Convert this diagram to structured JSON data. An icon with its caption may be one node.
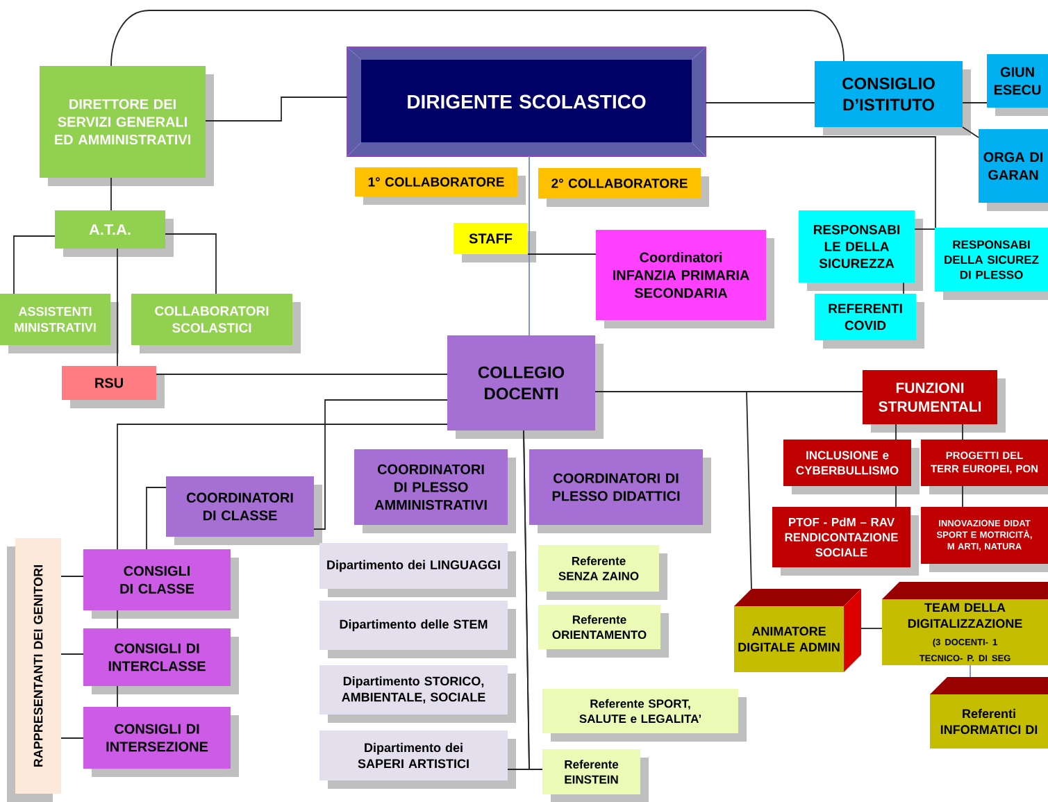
{
  "diagram": {
    "nodes": [
      {
        "text": [
          "DIRETTORE DEI SERVIZI GENERALI ED AMMINISTRATIVI"
        ]
      },
      {
        "text": [
          "DIRIGENTE SCOLASTICO"
        ]
      },
      {
        "text": [
          "CONSIGLIO D’ISTITUTO"
        ]
      },
      {
        "text": [
          "GIUN ESECU"
        ]
      },
      {
        "text": [
          "ORGA DI GARAN"
        ]
      },
      {
        "text": [
          "1° COLLABORATORE"
        ]
      },
      {
        "text": [
          "2° COLLABORATORE"
        ]
      },
      {
        "text": [
          "STAFF"
        ]
      },
      {
        "text": [
          "Coordinatori INFANZIA PRIMARIA SECONDARIA"
        ]
      },
      {
        "text": [
          "RESPONSABI LE DELLA SICUREZZA"
        ]
      },
      {
        "text": [
          "RESPONSABI DELLA SICUREZ DI PLESSO"
        ]
      },
      {
        "text": [
          "REFERENTI COVID"
        ]
      },
      {
        "text": [
          "A.T.A."
        ]
      },
      {
        "text": [
          "ASSISTENTI MINISTRATIVI"
        ]
      },
      {
        "text": [
          "COLLABORATORI SCOLASTICI"
        ]
      },
      {
        "text": [
          "RSU"
        ]
      },
      {
        "text": [
          "COLLEGIO DOCENTI"
        ]
      },
      {
        "text": [
          "FUNZIONI STRUMENTALI"
        ]
      },
      {
        "text": [
          "INCLUSIONE e CYBERBULLISMO"
        ]
      },
      {
        "text": [
          "PROGETTI DEL TERR EUROPEI, PON"
        ]
      },
      {
        "text": [
          "PTOF - PdM – RAV RENDICONTAZIONE SOCIALE"
        ]
      },
      {
        "text": [
          "INNOVAZIONE DIDAT SPORT E MOTRICITÀ, M ARTI, NATURA"
        ]
      },
      {
        "text": [
          "COORDINATORI DI CLASSE"
        ]
      },
      {
        "text": [
          "COORDINATORI DI PLESSO AMMINISTRATIVI"
        ]
      },
      {
        "text": [
          "COORDINATORI DI PLESSO DIDATTICI"
        ]
      },
      {
        "text": [
          "RAPPRESENTANTI DEI GENITORI"
        ]
      },
      {
        "text": [
          "CONSIGLI DI CLASSE"
        ]
      },
      {
        "text": [
          "CONSIGLI DI INTERCLASSE"
        ]
      },
      {
        "text": [
          "CONSIGLI DI INTERSEZIONE"
        ]
      },
      {
        "text": [
          "Dipartimento dei LINGUAGGI"
        ]
      },
      {
        "text": [
          "Dipartimento delle STEM"
        ]
      },
      {
        "text": [
          "Dipartimento STORICO, AMBIENTALE, SOCIALE"
        ]
      },
      {
        "text": [
          "Dipartimento dei SAPERI ARTISTICI"
        ]
      },
      {
        "text": [
          "Referente SENZA ZAINO"
        ]
      },
      {
        "text": [
          "Referente ORIENTAMENTO"
        ]
      },
      {
        "text": [
          "Referente SPORT, SALUTE e LEGALITA’"
        ]
      },
      {
        "text": [
          "Referente EINSTEIN"
        ]
      },
      {
        "text": [
          "ANIMATORE DIGITALE ADMIN"
        ]
      },
      {
        "text": [
          "TEAM DELLA DIGITALIZZAZIONE",
          "(3 DOCENTI- 1 TECNICO- P. DI SEG"
        ]
      },
      {
        "text": [
          "Referenti INFORMATICI DI"
        ]
      }
    ],
    "edges": [
      {
        "from": 0,
        "to": 2,
        "arrow": "none"
      },
      {
        "from": 0,
        "to": 1,
        "arrow": "none"
      },
      {
        "from": 0,
        "to": 12,
        "arrow": "none"
      },
      {
        "from": 12,
        "to": 13,
        "arrow": "none"
      },
      {
        "from": 12,
        "to": 14,
        "arrow": "none"
      },
      {
        "from": 12,
        "to": 15,
        "arrow": "none"
      },
      {
        "from": 15,
        "to": 16,
        "arrow": "none"
      },
      {
        "from": 1,
        "to": 2,
        "arrow": "none"
      },
      {
        "from": 2,
        "to": 3,
        "arrow": "none"
      },
      {
        "from": 2,
        "to": 4,
        "arrow": "none"
      },
      {
        "from": 1,
        "to": 10,
        "arrow": "none"
      },
      {
        "from": 9,
        "to": 10,
        "arrow": "none"
      },
      {
        "from": 9,
        "to": 11,
        "arrow": "none"
      },
      {
        "from": 1,
        "to": 16,
        "arrow": "none",
        "color": "#6f8fbf"
      },
      {
        "from": 7,
        "to": 8,
        "arrow": "none"
      },
      {
        "from": 16,
        "to": 17,
        "arrow": "none"
      },
      {
        "from": 16,
        "to": 37,
        "arrow": "none"
      },
      {
        "from": 17,
        "to": 18,
        "arrow": "none"
      },
      {
        "from": 18,
        "to": 20,
        "arrow": "none"
      },
      {
        "from": 17,
        "to": 19,
        "arrow": "none"
      },
      {
        "from": 19,
        "to": 21,
        "arrow": "none"
      },
      {
        "from": 37,
        "to": 38,
        "arrow": "none"
      },
      {
        "from": 38,
        "to": 39,
        "arrow": "none",
        "color": "#6f8fbf"
      },
      {
        "from": 16,
        "to": 22,
        "arrow": "none"
      },
      {
        "from": 16,
        "to": 26,
        "arrow": "none"
      },
      {
        "from": 22,
        "to": 26,
        "arrow": "none"
      },
      {
        "from": 26,
        "to": 27,
        "arrow": "none"
      },
      {
        "from": 27,
        "to": 28,
        "arrow": "none"
      },
      {
        "from": 25,
        "to": 26,
        "arrow": "none"
      },
      {
        "from": 25,
        "to": 27,
        "arrow": "none"
      },
      {
        "from": 25,
        "to": 28,
        "arrow": "none"
      },
      {
        "from": 16,
        "to": 32,
        "arrow": "none"
      },
      {
        "from": 16,
        "to": 36,
        "arrow": "none"
      }
    ]
  }
}
